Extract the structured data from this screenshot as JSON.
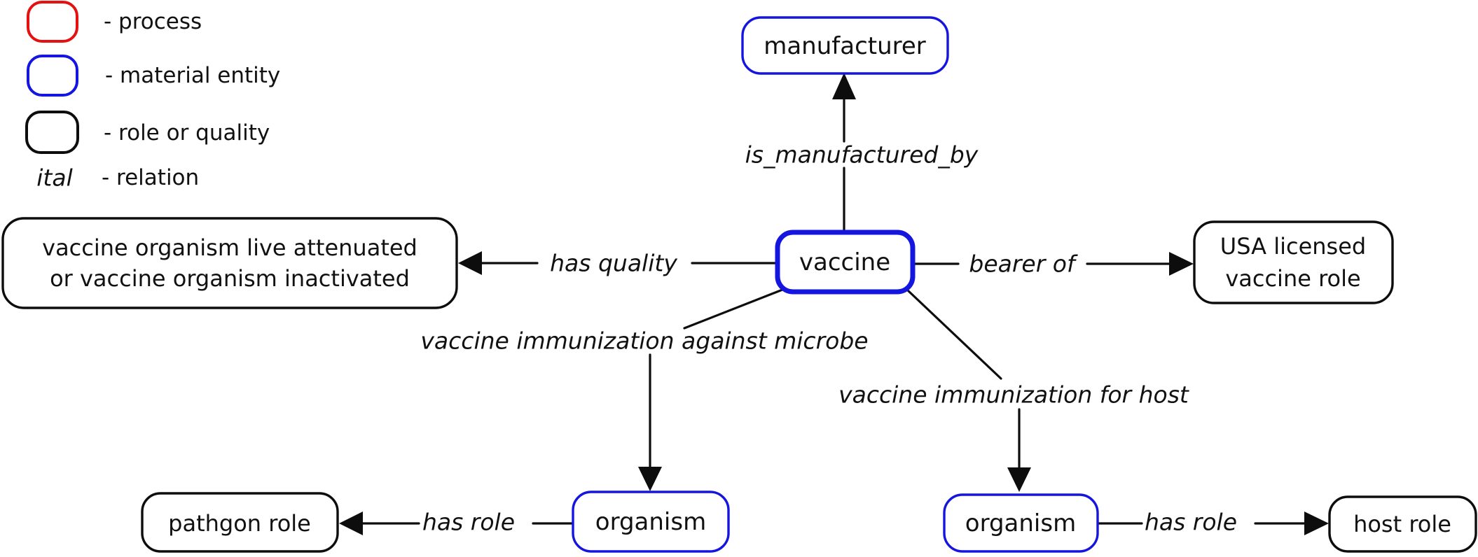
{
  "colors": {
    "process": "#e51111",
    "material_entity": "#1515e0",
    "role_or_quality": "#0d0d0d",
    "line": "#0d0d0d",
    "text": "#111111"
  },
  "legend": {
    "items": [
      {
        "swatch": "red-rounded-rect",
        "label": "- process"
      },
      {
        "swatch": "blue-rounded-rect",
        "label": "- material entity"
      },
      {
        "swatch": "black-rounded-rect",
        "label": "- role or quality"
      },
      {
        "swatch": "italic-text-sample",
        "label": "- relation"
      }
    ],
    "relation_sample": "ital"
  },
  "nodes": {
    "manufacturer": {
      "label": "manufacturer"
    },
    "vaccine": {
      "label": "vaccine"
    },
    "vaccine_quality": {
      "line1": "vaccine organism live attenuated",
      "line2": "or vaccine organism inactivated"
    },
    "usa_licensed_vaccine_role": {
      "line1": "USA licensed",
      "line2": "vaccine role"
    },
    "organism_microbe": {
      "label": "organism"
    },
    "organism_host": {
      "label": "organism"
    },
    "pathgon_role": {
      "label": "pathgon role"
    },
    "host_role": {
      "label": "host role"
    }
  },
  "relations": {
    "is_manufactured_by": "is_manufactured_by",
    "has_quality": "has quality",
    "bearer_of": "bearer of",
    "immunization_against_microbe": "vaccine immunization against microbe",
    "immunization_for_host": "vaccine immunization for host",
    "has_role_left": "has role",
    "has_role_right": "has role"
  }
}
